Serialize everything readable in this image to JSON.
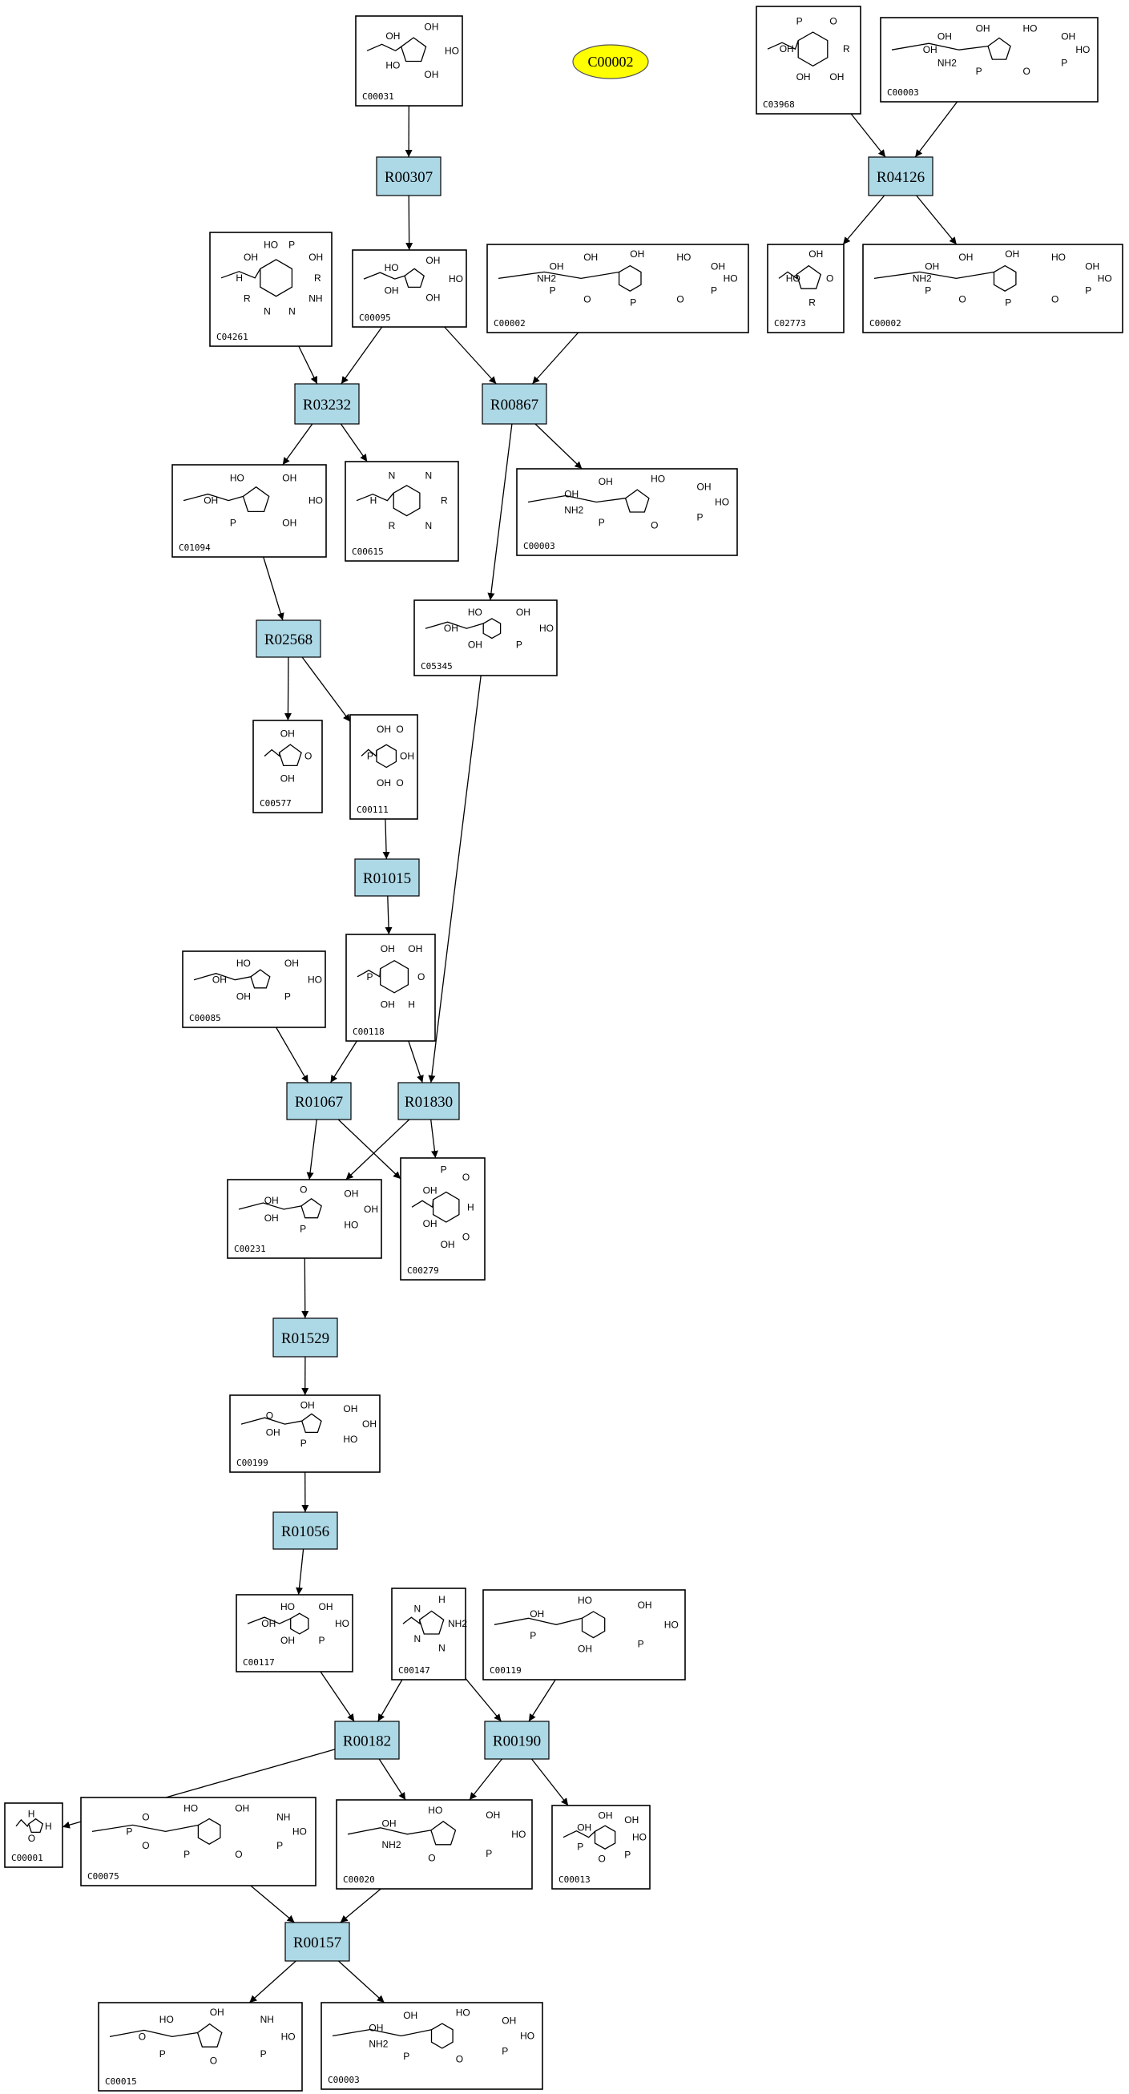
{
  "colors": {
    "reaction_fill": "#add8e6",
    "highlight_fill": "#ffff00",
    "edge": "#000000",
    "compound_border": "#000000"
  },
  "highlight": {
    "label": "C00002"
  },
  "compounds": [
    {
      "id": "C00031",
      "label": "C00031",
      "atoms": [
        "HO",
        "OH",
        "HO",
        "OH",
        "OH"
      ]
    },
    {
      "id": "C03968",
      "label": "C03968",
      "atoms": [
        "R",
        "OH",
        "OH",
        "OH",
        "P",
        "O"
      ]
    },
    {
      "id": "C00003a",
      "label": "C00003",
      "atoms": [
        "HO",
        "P",
        "O",
        "P",
        "NH2",
        "OH",
        "OH",
        "OH",
        "HO",
        "OH"
      ]
    },
    {
      "id": "C04261",
      "label": "C04261",
      "atoms": [
        "R",
        "NH",
        "N",
        "N",
        "R",
        "H",
        "OH",
        "HO",
        "P",
        "OH"
      ]
    },
    {
      "id": "C00095",
      "label": "C00095",
      "atoms": [
        "HO",
        "OH",
        "OH",
        "HO",
        "OH"
      ]
    },
    {
      "id": "C00002a",
      "label": "C00002",
      "atoms": [
        "HO",
        "P",
        "O",
        "P",
        "O",
        "P",
        "NH2",
        "OH",
        "OH",
        "OH",
        "HO",
        "OH"
      ]
    },
    {
      "id": "C02773",
      "label": "C02773",
      "atoms": [
        "O",
        "R",
        "HO",
        "OH"
      ]
    },
    {
      "id": "C00002b",
      "label": "C00002",
      "atoms": [
        "HO",
        "P",
        "O",
        "P",
        "O",
        "P",
        "NH2",
        "OH",
        "OH",
        "OH",
        "HO",
        "OH"
      ]
    },
    {
      "id": "C01094",
      "label": "C01094",
      "atoms": [
        "HO",
        "OH",
        "P",
        "OH",
        "HO",
        "OH"
      ]
    },
    {
      "id": "C00615",
      "label": "C00615",
      "atoms": [
        "R",
        "N",
        "R",
        "H",
        "N",
        "N"
      ]
    },
    {
      "id": "C00003b",
      "label": "C00003",
      "atoms": [
        "HO",
        "P",
        "O",
        "P",
        "NH2",
        "OH",
        "OH",
        "HO",
        "OH"
      ]
    },
    {
      "id": "C05345",
      "label": "C05345",
      "atoms": [
        "HO",
        "P",
        "OH",
        "OH",
        "HO",
        "OH"
      ]
    },
    {
      "id": "C00577",
      "label": "C00577",
      "atoms": [
        "O",
        "OH",
        "OH"
      ]
    },
    {
      "id": "C00111",
      "label": "C00111",
      "atoms": [
        "OH",
        "O",
        "OH",
        "P",
        "OH",
        "O"
      ]
    },
    {
      "id": "C00085",
      "label": "C00085",
      "atoms": [
        "HO",
        "P",
        "OH",
        "OH",
        "HO",
        "OH"
      ]
    },
    {
      "id": "C00118",
      "label": "C00118",
      "atoms": [
        "O",
        "H",
        "OH",
        "P",
        "OH",
        "OH"
      ]
    },
    {
      "id": "C00231",
      "label": "C00231",
      "atoms": [
        "OH",
        "HO",
        "P",
        "OH",
        "OH",
        "O",
        "OH"
      ]
    },
    {
      "id": "C00279",
      "label": "C00279",
      "atoms": [
        "H",
        "O",
        "OH",
        "OH",
        "OH",
        "P",
        "O"
      ]
    },
    {
      "id": "C00199",
      "label": "C00199",
      "atoms": [
        "OH",
        "HO",
        "P",
        "OH",
        "O",
        "OH",
        "OH"
      ]
    },
    {
      "id": "C00117",
      "label": "C00117",
      "atoms": [
        "HO",
        "P",
        "OH",
        "OH",
        "HO",
        "OH"
      ]
    },
    {
      "id": "C00147",
      "label": "C00147",
      "atoms": [
        "NH2",
        "N",
        "N",
        "N",
        "H"
      ]
    },
    {
      "id": "C00119",
      "label": "C00119",
      "atoms": [
        "HO",
        "P",
        "OH",
        "P",
        "OH",
        "HO",
        "OH"
      ]
    },
    {
      "id": "C00001",
      "label": "C00001",
      "atoms": [
        "H",
        "O",
        "H"
      ]
    },
    {
      "id": "C00075",
      "label": "C00075",
      "atoms": [
        "HO",
        "P",
        "O",
        "P",
        "O",
        "P",
        "O",
        "HO",
        "OH",
        "NH"
      ]
    },
    {
      "id": "C00020",
      "label": "C00020",
      "atoms": [
        "HO",
        "P",
        "O",
        "NH2",
        "OH",
        "HO",
        "OH"
      ]
    },
    {
      "id": "C00013",
      "label": "C00013",
      "atoms": [
        "HO",
        "P",
        "O",
        "P",
        "OH",
        "OH",
        "OH"
      ]
    },
    {
      "id": "C00015",
      "label": "C00015",
      "atoms": [
        "HO",
        "P",
        "O",
        "P",
        "O",
        "HO",
        "OH",
        "NH"
      ]
    },
    {
      "id": "C00003c",
      "label": "C00003",
      "atoms": [
        "HO",
        "P",
        "O",
        "P",
        "NH2",
        "OH",
        "OH",
        "HO",
        "OH"
      ]
    }
  ],
  "reactions": [
    {
      "id": "R00307",
      "label": "R00307"
    },
    {
      "id": "R04126",
      "label": "R04126"
    },
    {
      "id": "R03232",
      "label": "R03232"
    },
    {
      "id": "R00867",
      "label": "R00867"
    },
    {
      "id": "R02568",
      "label": "R02568"
    },
    {
      "id": "R01015",
      "label": "R01015"
    },
    {
      "id": "R01067",
      "label": "R01067"
    },
    {
      "id": "R01830",
      "label": "R01830"
    },
    {
      "id": "R01529",
      "label": "R01529"
    },
    {
      "id": "R01056",
      "label": "R01056"
    },
    {
      "id": "R00182",
      "label": "R00182"
    },
    {
      "id": "R00190",
      "label": "R00190"
    },
    {
      "id": "R00157",
      "label": "R00157"
    }
  ],
  "edges": [
    [
      "C00031",
      "R00307"
    ],
    [
      "R00307",
      "C00095"
    ],
    [
      "C03968",
      "R04126"
    ],
    [
      "C00003a",
      "R04126"
    ],
    [
      "R04126",
      "C02773"
    ],
    [
      "R04126",
      "C00002b"
    ],
    [
      "C04261",
      "R03232"
    ],
    [
      "C00095",
      "R03232"
    ],
    [
      "C00095",
      "R00867"
    ],
    [
      "C00002a",
      "R00867"
    ],
    [
      "R03232",
      "C01094"
    ],
    [
      "R03232",
      "C00615"
    ],
    [
      "R00867",
      "C00003b"
    ],
    [
      "R00867",
      "C05345"
    ],
    [
      "C01094",
      "R02568"
    ],
    [
      "R02568",
      "C00577"
    ],
    [
      "R02568",
      "C00111"
    ],
    [
      "C00111",
      "R01015"
    ],
    [
      "R01015",
      "C00118"
    ],
    [
      "C00085",
      "R01067"
    ],
    [
      "C00118",
      "R01067"
    ],
    [
      "C00118",
      "R01830"
    ],
    [
      "C05345",
      "R01830"
    ],
    [
      "R01067",
      "C00231"
    ],
    [
      "R01067",
      "C00279"
    ],
    [
      "R01830",
      "C00231"
    ],
    [
      "R01830",
      "C00279"
    ],
    [
      "C00231",
      "R01529"
    ],
    [
      "R01529",
      "C00199"
    ],
    [
      "C00199",
      "R01056"
    ],
    [
      "R01056",
      "C00117"
    ],
    [
      "C00117",
      "R00182"
    ],
    [
      "C00147",
      "R00182"
    ],
    [
      "C00147",
      "R00190"
    ],
    [
      "C00119",
      "R00190"
    ],
    [
      "R00182",
      "C00001"
    ],
    [
      "R00182",
      "C00020"
    ],
    [
      "R00190",
      "C00020"
    ],
    [
      "R00190",
      "C00013"
    ],
    [
      "C00075",
      "R00157"
    ],
    [
      "C00020",
      "R00157"
    ],
    [
      "R00157",
      "C00015"
    ],
    [
      "R00157",
      "C00003c"
    ]
  ]
}
